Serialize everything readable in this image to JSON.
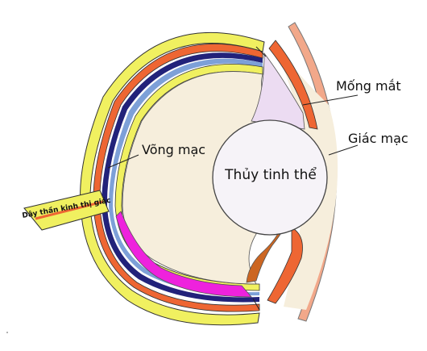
{
  "diagram": {
    "labels": {
      "retina": "Võng mạc",
      "lens": "Thủy tinh thể",
      "iris": "Mống mắt",
      "cornea": "Giác mạc",
      "optic_nerve": "Dây thần kinh thị giác"
    },
    "colors": {
      "background": "#ffffff",
      "vitreous": "#f6eedc",
      "sclera": "#f0f060",
      "choroid": "#ee6633",
      "retina_dark": "#22227a",
      "retina_light": "#7da0d8",
      "macula": "#ee22dd",
      "lens": "#f6f3f8",
      "anterior_chamber": "#ecdcf2",
      "cornea": "#f2a88a",
      "ciliary": "#ee6633",
      "ciliary_dark": "#cc6622",
      "outline": "#333333"
    }
  }
}
